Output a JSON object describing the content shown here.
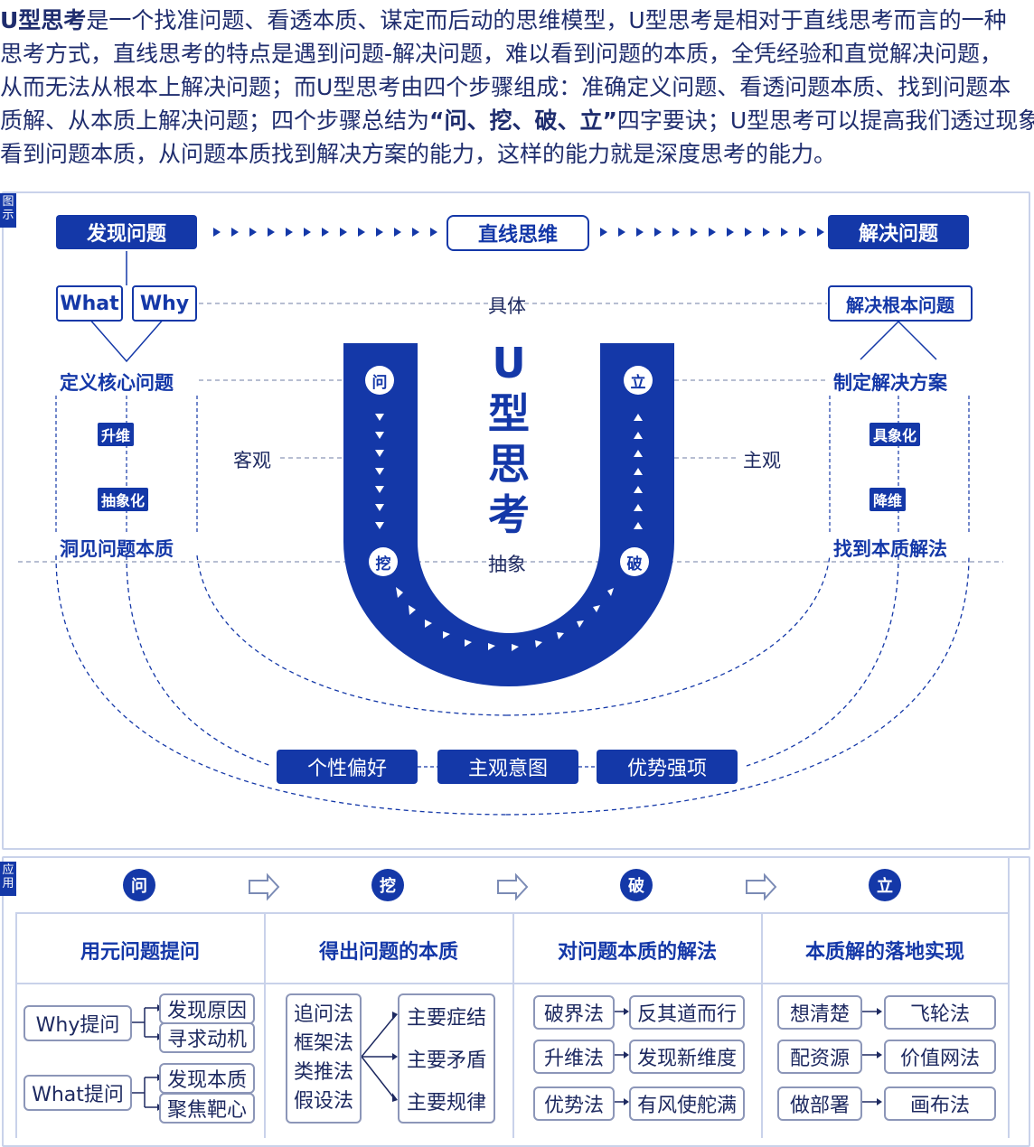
{
  "intro": {
    "line1": {
      "b": "U型思考",
      "rest": "是一个找准问题、看透本质、谋定而后动的思维模型，U型思考是相对于直线思考而言的一种"
    },
    "line2": "思考方式，直线思考的特点是遇到问题-解决问题，难以看到问题的本质，全凭经验和直觉解决问题，",
    "line3": "从而无法从根本上解决问题；而U型思考由四个步骤组成：准确定义问题、看透问题本质、找到问题本",
    "line4": {
      "pre": "质解、从本质上解决问题；四个步骤总结为",
      "q": "“问、挖、破、立”",
      "post": "四字要诀；U型思考可以提高我们透过现象"
    },
    "line5": "看到问题本质，从问题本质找到解决方案的能力，这样的能力就是深度思考的能力。"
  },
  "diagram": {
    "tag": "图示",
    "top": {
      "left": "发现问题",
      "middle": "直线思维",
      "right": "解决问题"
    },
    "what": "What",
    "why": "Why",
    "concrete": "具体",
    "abstract": "抽象",
    "objective": "客观",
    "subjective": "主观",
    "root_solve": "解决根本问题",
    "left_steps": {
      "define": "定义核心问题",
      "up": "升维",
      "abstract": "抽象化",
      "insight": "洞见问题本质"
    },
    "right_steps": {
      "plan": "制定解决方案",
      "concrete": "具象化",
      "down": "降维",
      "find": "找到本质解法"
    },
    "u_title": [
      "U",
      "型",
      "思",
      "考"
    ],
    "u_steps": {
      "ask": "问",
      "dig": "挖",
      "break": "破",
      "build": "立"
    },
    "bottom": [
      "个性偏好",
      "主观意图",
      "优势强项"
    ]
  },
  "application": {
    "tag": "应用",
    "steps": [
      "问",
      "挖",
      "破",
      "立"
    ],
    "headers": [
      "用元问题提问",
      "得出问题的本质",
      "对问题本质的解法",
      "本质解的落地实现"
    ],
    "col1": {
      "why": "Why提问",
      "why_items": [
        "发现原因",
        "寻求动机"
      ],
      "what": "What提问",
      "what_items": [
        "发现本质",
        "聚焦靶心"
      ]
    },
    "col2": {
      "methods": [
        "追问法",
        "框架法",
        "类推法",
        "假设法"
      ],
      "results": [
        "主要症结",
        "主要矛盾",
        "主要规律"
      ]
    },
    "col3": [
      [
        "破界法",
        "反其道而行"
      ],
      [
        "升维法",
        "发现新维度"
      ],
      [
        "优势法",
        "有风使舵满"
      ]
    ],
    "col4": [
      [
        "想清楚",
        "飞轮法"
      ],
      [
        "配资源",
        "价值网法"
      ],
      [
        "做部署",
        "画布法"
      ]
    ]
  }
}
